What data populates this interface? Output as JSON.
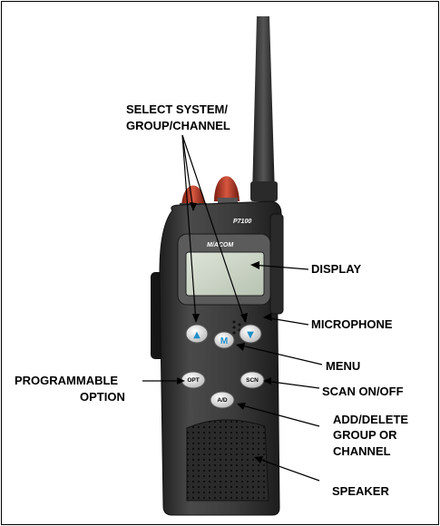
{
  "radio": {
    "model": "P7100",
    "brand": "M/ACOM",
    "buttons": {
      "up_arrow": "▲",
      "down_arrow": "▼",
      "menu": "M",
      "opt": "OPT",
      "scn": "SCN",
      "ad": "A/D"
    }
  },
  "labels": {
    "select_line1": "SELECT SYSTEM/",
    "select_line2": "GROUP/CHANNEL",
    "display": "DISPLAY",
    "microphone": "MICROPHONE",
    "menu": "MENU",
    "programmable_line1": "PROGRAMMABLE",
    "programmable_line2": "OPTION",
    "scan": "SCAN ON/OFF",
    "add_line1": "ADD/DELETE",
    "add_line2": "GROUP OR",
    "add_line3": "CHANNEL",
    "speaker": "SPEAKER"
  },
  "colors": {
    "body": "#3a3a3a",
    "display": "#c9d3c4",
    "arrow_blue": "#1f8fc9",
    "knob_red": "#c8402a"
  }
}
